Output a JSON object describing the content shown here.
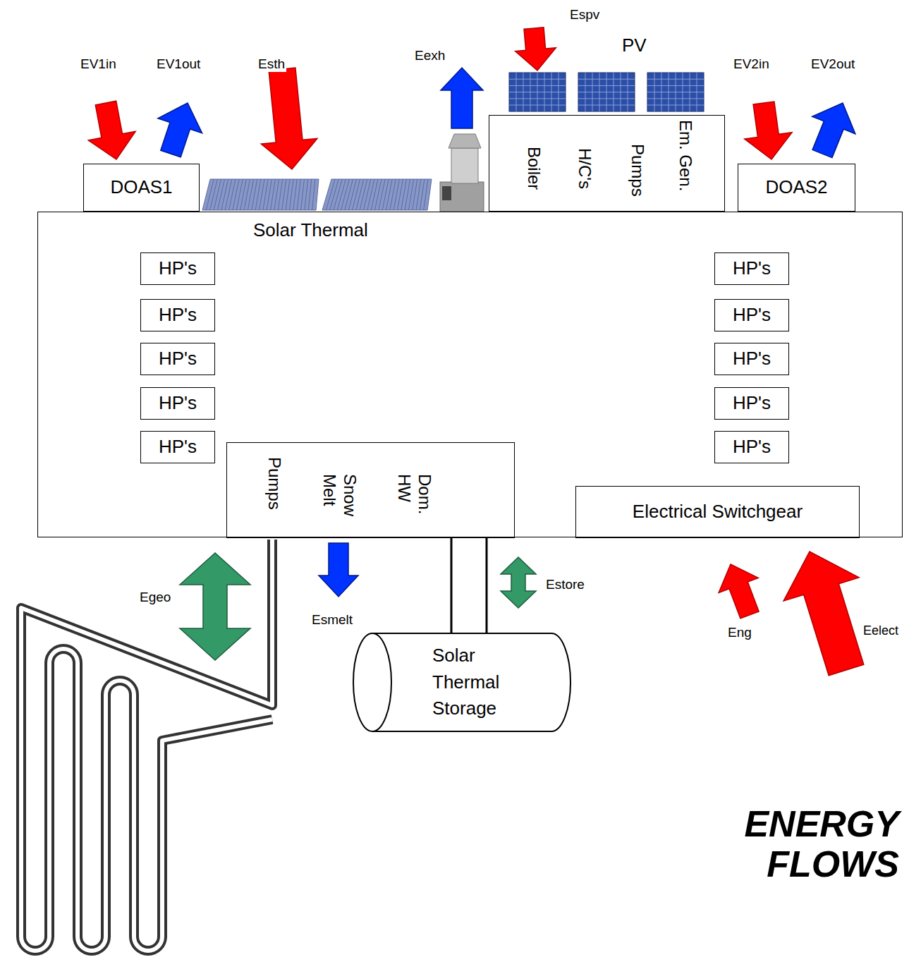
{
  "diagram": {
    "title": "ENERGY FLOWS",
    "nodes": [
      {
        "text": [
          "DOAS1"
        ]
      },
      {
        "text": [
          "Boiler",
          "H/C's",
          "Pumps",
          "Em. Gen."
        ]
      },
      {
        "text": [
          "DOAS2"
        ]
      },
      {
        "text": [
          "Solar Thermal"
        ]
      },
      {
        "text": [
          "HP's"
        ],
        "in": 3
      },
      {
        "text": [
          "HP's"
        ],
        "in": 3
      },
      {
        "text": [
          "HP's"
        ],
        "in": 3
      },
      {
        "text": [
          "HP's"
        ],
        "in": 3
      },
      {
        "text": [
          "HP's"
        ],
        "in": 3
      },
      {
        "text": [
          "HP's"
        ],
        "in": 3
      },
      {
        "text": [
          "HP's"
        ],
        "in": 3
      },
      {
        "text": [
          "HP's"
        ],
        "in": 3
      },
      {
        "text": [
          "HP's"
        ],
        "in": 3
      },
      {
        "text": [
          "HP's"
        ],
        "in": 3
      },
      {
        "text": [
          "Pumps",
          "Snow Melt",
          "Dom. HW"
        ],
        "in": 3
      },
      {
        "text": [
          "Electrical Switchgear"
        ],
        "in": 3
      },
      {
        "text": [
          "Solar Thermal Storage"
        ]
      }
    ],
    "edges": [
      {
        "from": 14,
        "to": 16,
        "arrow": "none"
      }
    ],
    "labels": [
      "EV1in",
      "EV1out",
      "Esth",
      "Eexh",
      "Espv",
      "PV",
      "EV2in",
      "EV2out",
      "Egeo",
      "Esmelt",
      "Estore",
      "Eng",
      "Eelect"
    ]
  }
}
